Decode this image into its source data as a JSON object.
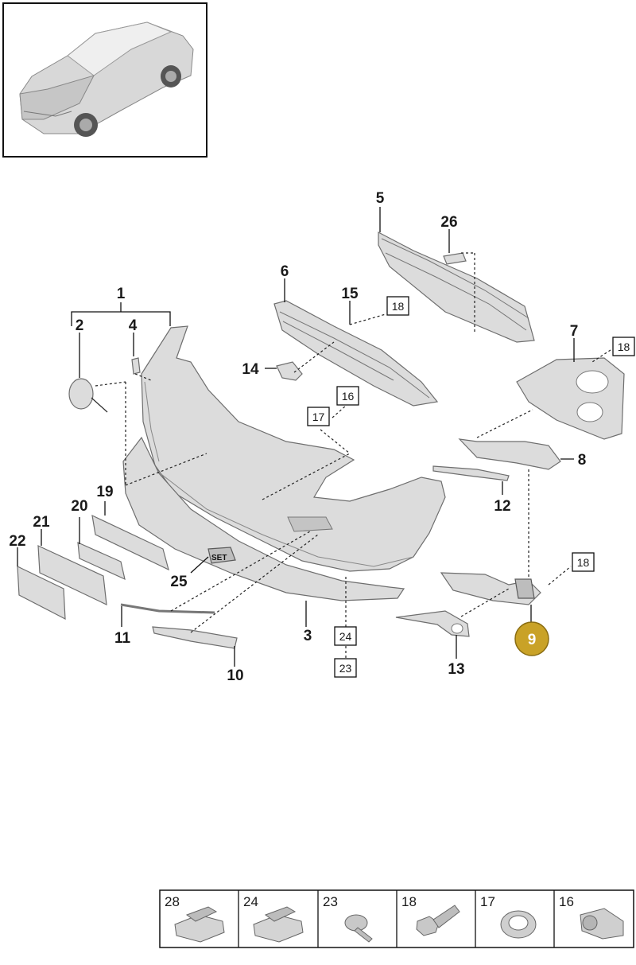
{
  "callouts": {
    "c1": "1",
    "c2": "2",
    "c3": "3",
    "c4": "4",
    "c5": "5",
    "c6": "6",
    "c7": "7",
    "c8": "8",
    "c10": "10",
    "c11": "11",
    "c12": "12",
    "c13": "13",
    "c14": "14",
    "c15": "15",
    "c19": "19",
    "c20": "20",
    "c21": "21",
    "c22": "22",
    "c25": "25",
    "c26": "26"
  },
  "boxed_refs": {
    "b18a": "18",
    "b18b": "18",
    "b18c": "18",
    "b16": "16",
    "b17": "17",
    "b24": "24",
    "b23": "23"
  },
  "highlighted": {
    "number": "9",
    "color": "#c9a227"
  },
  "set_label": "SET",
  "legend": [
    {
      "number": "28",
      "icon": "clip-nut-icon"
    },
    {
      "number": "24",
      "icon": "clip-nut-icon"
    },
    {
      "number": "23",
      "icon": "flange-screw-icon"
    },
    {
      "number": "18",
      "icon": "hex-bolt-icon"
    },
    {
      "number": "17",
      "icon": "ring-seal-icon"
    },
    {
      "number": "16",
      "icon": "sensor-icon"
    }
  ]
}
